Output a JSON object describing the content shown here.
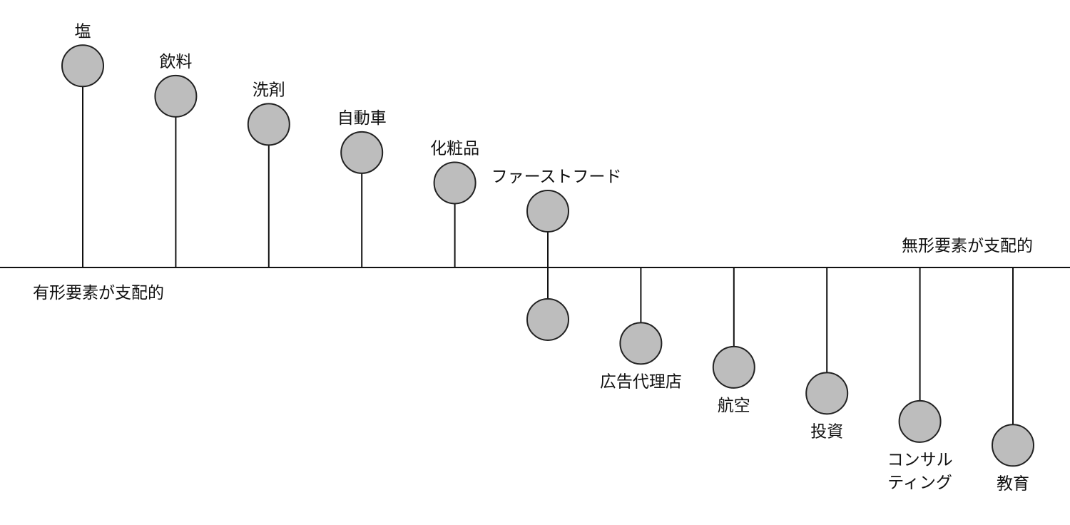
{
  "colors": {
    "node_fill": "#bdbdbd",
    "line": "#111111"
  },
  "axis_labels": {
    "left": "有形要素が支配的",
    "right": "無形要素が支配的"
  },
  "items": [
    {
      "label": [
        "塩"
      ],
      "side": "up",
      "level": 0.93
    },
    {
      "label": [
        "飲料"
      ],
      "side": "up",
      "level": 0.79
    },
    {
      "label": [
        "洗剤"
      ],
      "side": "up",
      "level": 0.66
    },
    {
      "label": [
        "自動車"
      ],
      "side": "up",
      "level": 0.53
    },
    {
      "label": [
        "化粧品"
      ],
      "side": "up",
      "level": 0.39
    },
    {
      "label": [
        "ファーストフード"
      ],
      "side": "both",
      "level_up": 0.26,
      "level_down": 0.24
    },
    {
      "label": [
        "広告代理店"
      ],
      "side": "down",
      "level": 0.35
    },
    {
      "label": [
        "航空"
      ],
      "side": "down",
      "level": 0.46
    },
    {
      "label": [
        "投資"
      ],
      "side": "down",
      "level": 0.58
    },
    {
      "label": [
        "コンサル",
        "ティング"
      ],
      "side": "down",
      "level": 0.71
    },
    {
      "label": [
        "教育"
      ],
      "side": "down",
      "level": 0.82
    }
  ]
}
